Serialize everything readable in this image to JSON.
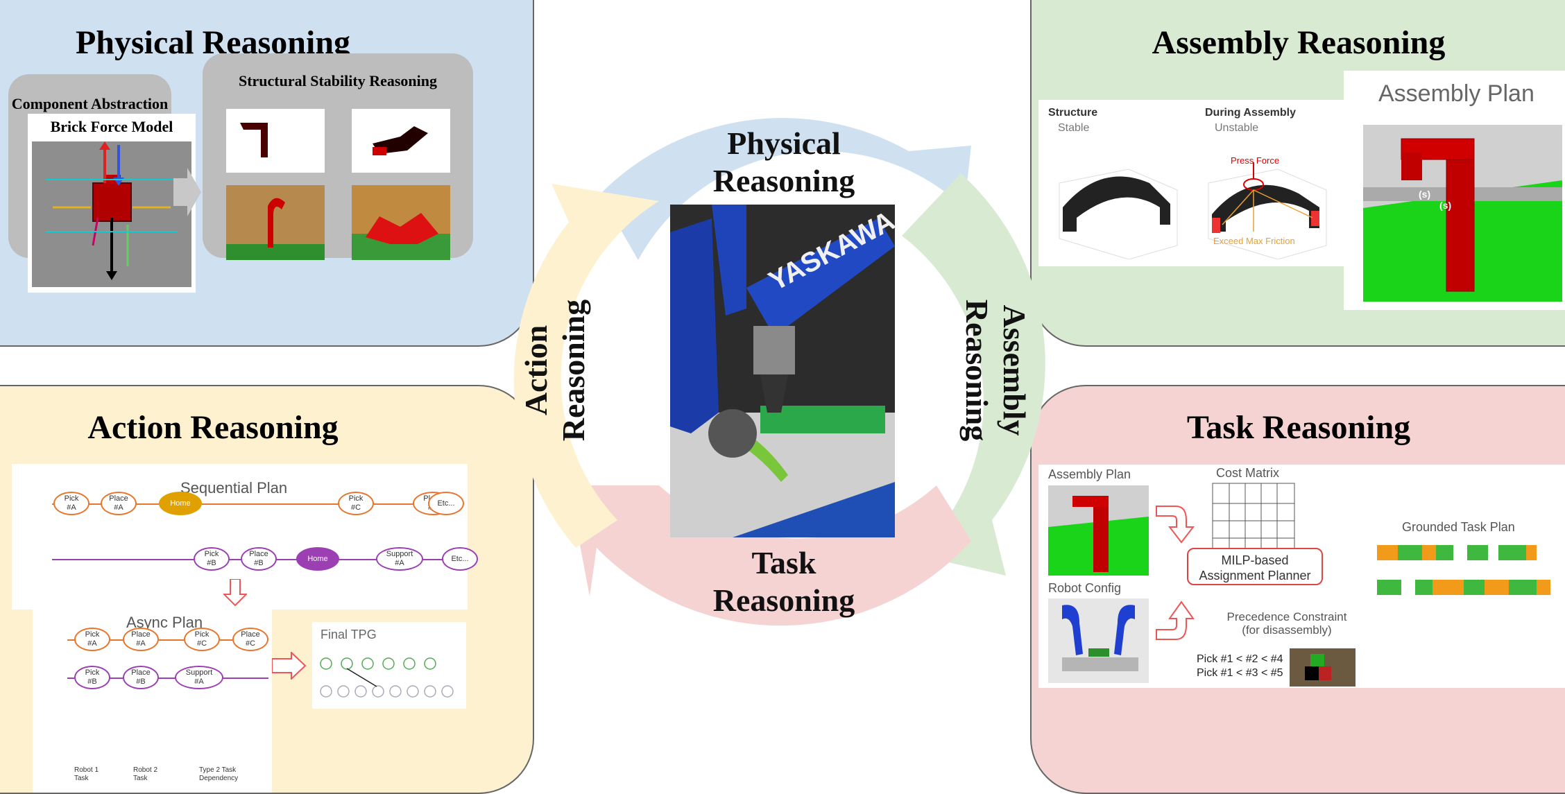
{
  "center": {
    "ring_labels": {
      "physical": "Physical\nReasoning",
      "assembly": "Assembly\nReasoning",
      "task": "Task\nReasoning",
      "action": "Action\nReasoning"
    },
    "robot_text": "YASKAWA"
  },
  "physical": {
    "title": "Physical Reasoning",
    "component_title": "Component Abstraction",
    "brick_force_title": "Brick Force Model",
    "stability_title": "Structural Stability Reasoning"
  },
  "assembly": {
    "title": "Assembly Reasoning",
    "structure_label": "Structure",
    "structure_state": "Stable",
    "during_label": "During Assembly",
    "during_state": "Unstable",
    "press_force": "Press Force",
    "exceed": "Exceed Max Friction",
    "plan_title": "Assembly  Plan",
    "s_label": "(s)"
  },
  "action": {
    "title": "Action Reasoning",
    "seq_title": "Sequential Plan",
    "async_title": "Async Plan",
    "final_title": "Final TPG",
    "row1": [
      "Pick\n#A",
      "Place\n#A",
      "Home",
      "Pick\n#C",
      "Place\n#C",
      "Etc..."
    ],
    "row2": [
      "Pick\n#B",
      "Place\n#B",
      "Home",
      "Support\n#A",
      "Etc..."
    ],
    "async1": [
      "Pick\n#A",
      "Place\n#A",
      "Pick\n#C",
      "Place\n#C"
    ],
    "async2": [
      "Pick\n#B",
      "Place\n#B",
      "Support\n#A"
    ],
    "legend": [
      "Robot 1\nTask",
      "Robot 2\nTask",
      "Type 2 Task\nDependency"
    ]
  },
  "task": {
    "title": "Task Reasoning",
    "assembly_plan": "Assembly  Plan",
    "robot_config": "Robot Config",
    "cost_matrix": "Cost Matrix",
    "milp": "MILP-based\nAssignment Planner",
    "precedence": "Precedence Constraint\n(for disassembly)",
    "pick1": "Pick #1 < #2 < #4",
    "pick2": "Pick #1 < #3 < #5",
    "grounded": "Grounded Task Plan"
  },
  "colors": {
    "blue_panel": "#cfe0f1",
    "green_panel": "#d9ead3",
    "yellow_panel": "#fdf1d0",
    "red_panel": "#f5d3d3",
    "orange": "#e8752c",
    "purple": "#9b3fb3"
  }
}
